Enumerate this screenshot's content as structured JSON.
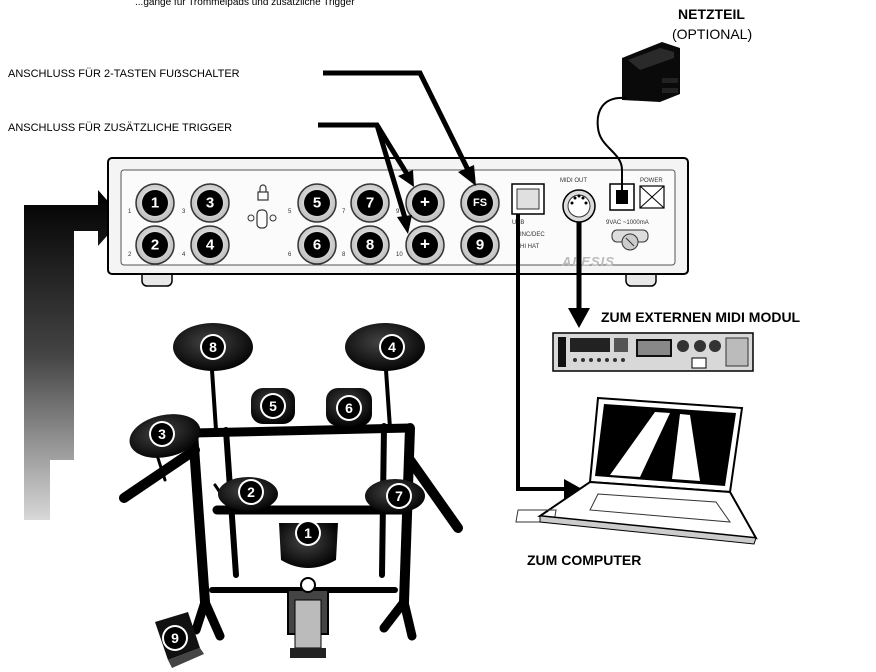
{
  "caption_top": "...gänge für Trommelpads und zusätzliche Trigger",
  "labels": {
    "fs_connector": "ANSCHLUSS FÜR 2-TASTEN FUẞSCHALTER",
    "extra_trigger": "ANSCHLUSS FÜR ZUSÄTZLICHE TRIGGER",
    "power_supply": "NETZTEIL",
    "power_optional": "(OPTIONAL)",
    "midi_module": "ZUM EXTERNEN MIDI MODUL",
    "computer": "ZUM COMPUTER"
  },
  "device": {
    "brand": "ALESIS",
    "midi_out": "MIDI OUT",
    "power": "POWER",
    "usb": "USB",
    "voltage": "9VAC ~1000mA",
    "inc_dec": "INC/DEC",
    "hi_hat": "HI HAT",
    "jacks": {
      "j1": "1",
      "j2": "2",
      "j3": "3",
      "j4": "4",
      "j5": "5",
      "j6": "6",
      "j7": "7",
      "j8": "8",
      "j9": "9",
      "plus_top": "+",
      "plus_bottom": "+",
      "fs": "FS"
    }
  },
  "pads": {
    "p1": "1",
    "p2": "2",
    "p3": "3",
    "p4": "4",
    "p5": "5",
    "p6": "6",
    "p7": "7",
    "p8": "8",
    "p9": "9"
  }
}
